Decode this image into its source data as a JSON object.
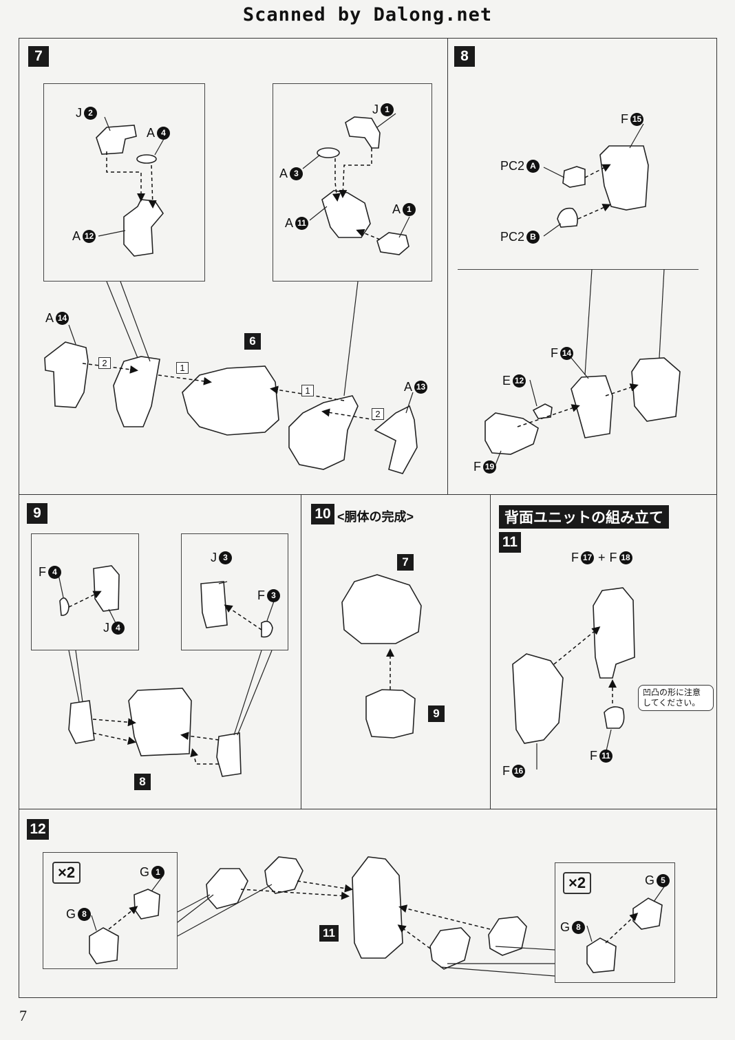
{
  "header": "Scanned by Dalong.net",
  "page_number": "7",
  "steps": {
    "s7": {
      "num": "7"
    },
    "s8": {
      "num": "8"
    },
    "s9": {
      "num": "9"
    },
    "s10": {
      "num": "10",
      "title": "<胴体の完成>"
    },
    "s11": {
      "num": "11",
      "banner": "背面ユニットの組み立て"
    },
    "s12": {
      "num": "12"
    }
  },
  "labels": {
    "J2": {
      "letter": "J",
      "num": "2"
    },
    "A4": {
      "letter": "A",
      "num": "4"
    },
    "A12": {
      "letter": "A",
      "num": "12"
    },
    "J1": {
      "letter": "J",
      "num": "1"
    },
    "A3": {
      "letter": "A",
      "num": "3"
    },
    "A11": {
      "letter": "A",
      "num": "11"
    },
    "A1": {
      "letter": "A",
      "num": "1"
    },
    "A14": {
      "letter": "A",
      "num": "14"
    },
    "A13": {
      "letter": "A",
      "num": "13"
    },
    "F15": {
      "letter": "F",
      "num": "15"
    },
    "PC2A": {
      "letter": "PC2",
      "num": "A"
    },
    "PC2B": {
      "letter": "PC2",
      "num": "B"
    },
    "F14": {
      "letter": "F",
      "num": "14"
    },
    "E12": {
      "letter": "E",
      "num": "12"
    },
    "F19": {
      "letter": "F",
      "num": "19"
    },
    "F4": {
      "letter": "F",
      "num": "4"
    },
    "J4": {
      "letter": "J",
      "num": "4"
    },
    "J3": {
      "letter": "J",
      "num": "3"
    },
    "F3": {
      "letter": "F",
      "num": "3"
    },
    "F17": {
      "letter": "F",
      "num": "17"
    },
    "plus": "+",
    "F18": {
      "letter": "F",
      "num": "18"
    },
    "F16": {
      "letter": "F",
      "num": "16"
    },
    "F11": {
      "letter": "F",
      "num": "11"
    },
    "G1": {
      "letter": "G",
      "num": "1"
    },
    "G8a": {
      "letter": "G",
      "num": "8"
    },
    "G5": {
      "letter": "G",
      "num": "5"
    },
    "G8b": {
      "letter": "G",
      "num": "8"
    }
  },
  "sub_refs": {
    "r6": "6",
    "r7": "7",
    "r9": "9",
    "r8": "8",
    "r11": "11"
  },
  "order_marks": {
    "one": "1",
    "two": "2"
  },
  "multipliers": {
    "left": "×2",
    "right": "×2"
  },
  "note": {
    "line1": "凹凸の形に注意",
    "line2": "してください。"
  }
}
